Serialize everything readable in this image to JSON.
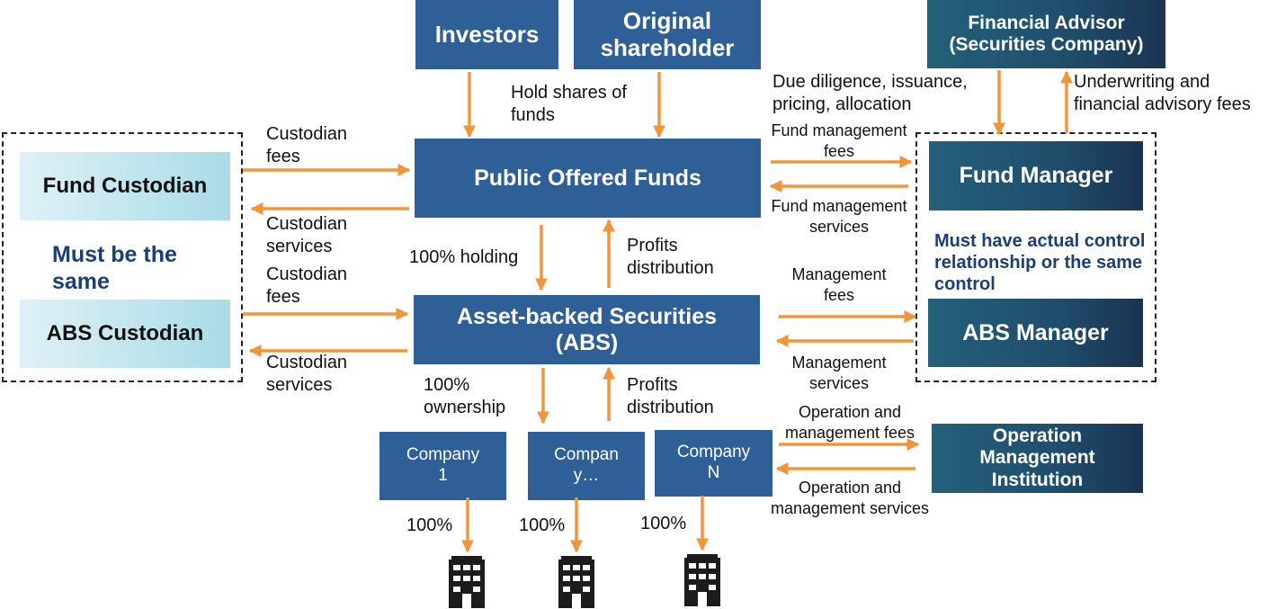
{
  "boxes": {
    "investors": "Investors",
    "original_shareholder": "Original shareholder",
    "financial_advisor": "Financial Advisor (Securities Company)",
    "public_funds": "Public Offered Funds",
    "fund_manager": "Fund Manager",
    "abs": "Asset-backed Securities (ABS)",
    "abs_manager": "ABS Manager",
    "fund_custodian": "Fund Custodian",
    "abs_custodian": "ABS Custodian",
    "operation_institution": "Operation Management Institution",
    "company_1": "Company 1",
    "company_y": "Compan y…",
    "company_n": "Company N"
  },
  "notes": {
    "must_be_same": "Must be the same",
    "actual_control": "Must have actual control relationship or the same control"
  },
  "labels": {
    "hold_shares": "Hold shares of funds",
    "due_diligence": "Due diligence, issuance, pricing,  allocation",
    "underwriting": "Underwriting and financial advisory fees",
    "custodian_fees_1": "Custodian fees",
    "custodian_services_1": "Custodian services",
    "custodian_fees_2": "Custodian fees",
    "custodian_services_2": "Custodian services",
    "fund_mgmt_fees": "Fund management fees",
    "fund_mgmt_services": "Fund management services",
    "holding_100": "100% holding",
    "profits_1": "Profits distribution",
    "mgmt_fees": "Management fees",
    "mgmt_services": "Management services",
    "ownership_100": "100% ownership",
    "profits_2": "Profits distribution",
    "op_fees": "Operation and management fees",
    "op_services": "Operation and management services",
    "pct_1": "100%",
    "pct_2": "100%",
    "pct_3": "100%"
  },
  "colors": {
    "box_blue": "#2f5f97",
    "box_teal": "#1f4e6b",
    "arrow": "#f0953a",
    "note": "#1b3f73"
  },
  "icons": [
    "building-icon",
    "building-icon",
    "building-icon"
  ]
}
